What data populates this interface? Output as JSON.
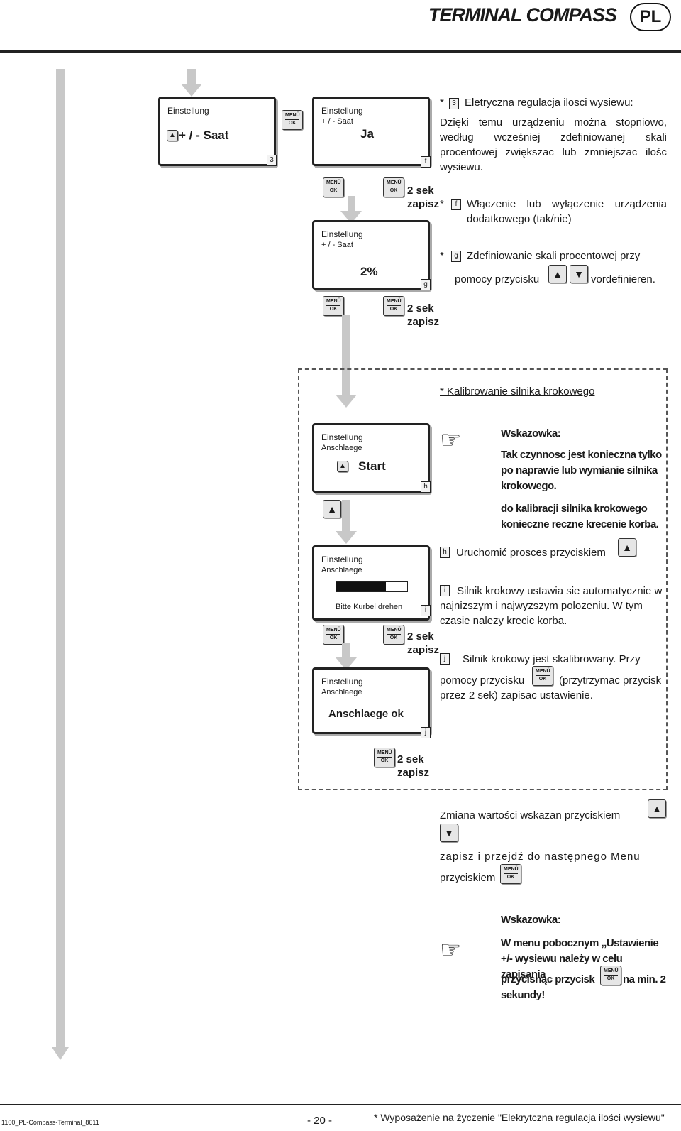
{
  "header": {
    "title": "TERMINAL COMPASS",
    "lang": "PL"
  },
  "buttons": {
    "menu_top": "MENÜ",
    "menu_bottom": "OK",
    "up": "▲",
    "down": "▼"
  },
  "screens": {
    "s1": {
      "line1": "Einstellung",
      "main": "+ / - Saat",
      "tag": "3"
    },
    "s2": {
      "line1": "Einstellung",
      "line2": "+ / - Saat",
      "main": "Ja",
      "tag": "f"
    },
    "s3": {
      "line1": "Einstellung",
      "line2": "+ / - Saat",
      "main": "2%",
      "tag": "g"
    },
    "s4": {
      "line1": "Einstellung",
      "line2": "Anschlaege",
      "main": "Start",
      "tag": "h"
    },
    "s5": {
      "line1": "Einstellung",
      "line2": "Anschlaege",
      "footer": "Bitte Kurbel drehen",
      "tag": "i"
    },
    "s6": {
      "line1": "Einstellung",
      "line2": "Anschlaege",
      "main": "Anschlaege  ok",
      "tag": "j"
    }
  },
  "save": {
    "sek": "2  sek",
    "zapisz": "zapisz"
  },
  "notes": {
    "n3_tag": "3",
    "n3_title": "Eletryczna regulacja ilosci wysiewu:",
    "n3_body": "Dzięki temu urządzeniu można stopniowo, według wcześniej zdefiniowanej skali procentowej zwiększac lub zmniejszac ilośc wysiewu.",
    "nf_tag": "f",
    "nf_text": "Włączenie lub wyłączenie urządzenia dodatkowego (tak/nie)",
    "ng_tag": "g",
    "ng_text1": "Zdefiniowanie skali procentowej przy",
    "ng_text2": "pomocy przycisku",
    "ng_text3": "vordefinieren.",
    "asterisk": "*"
  },
  "calibration": {
    "title": "* Kalibrowanie silnika krokowego",
    "hint_title": "Wskazowka:",
    "hint_p1": "Tak czynnosc jest konieczna tylko po naprawie lub wymianie silnika krokowego.",
    "hint_p2": "do kalibracji silnika krokowego konieczne reczne krecenie korba.",
    "h_tag": "h",
    "h_text": "Uruchomić prosces przyciskiem",
    "i_tag": "i",
    "i_text": "Silnik krokowy ustawia sie automatycznie w najnizszym i najwyzszym polozeniu. W tym czasie nalezy krecic korba.",
    "j_tag": "j",
    "j_text1": "Silnik krokowy jest skalibrowany. Przy",
    "j_text2": "pomocy przycisku",
    "j_text3": "(przytrzymac przycisk przez 2 sek) zapisac ustawienie."
  },
  "general": {
    "change_text": "Zmiana wartości wskazan przyciskiem",
    "save_text": "zapisz i przejdź do następnego Menu",
    "save_text2": "przyciskiem"
  },
  "hint2": {
    "title": "Wskazowka:",
    "line1": "W menu pobocznym ,,Ustawienie +/- wysiewu należy w celu zapisania",
    "line2": "przycisnąc przycisk",
    "line3": "na min. 2 sekundy!"
  },
  "footer": {
    "doc_id": "1100_PL-Compass-Terminal_8611",
    "page": "- 20 -",
    "note": "* Wyposażenie na życzenie \"Elekrytczna regulacja ilości wysiewu\""
  }
}
